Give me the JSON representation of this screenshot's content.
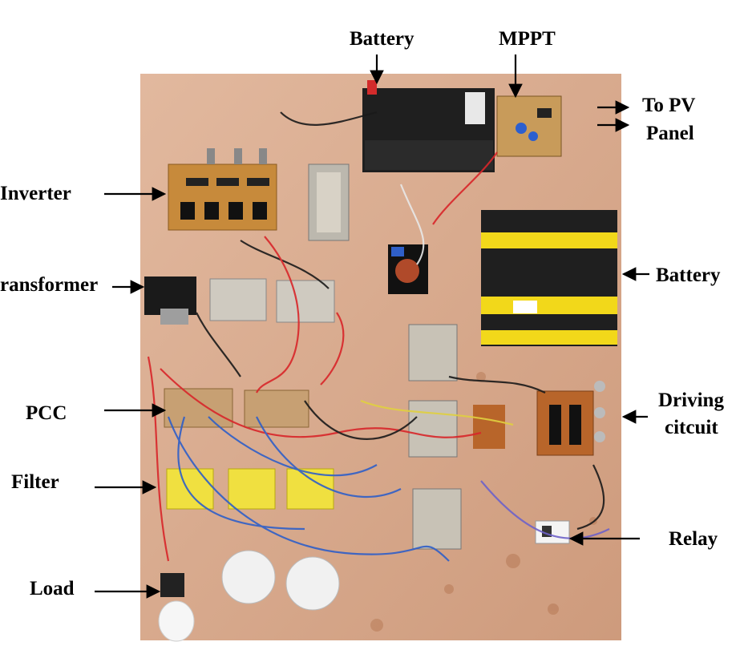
{
  "labels": {
    "battery_top": "Battery",
    "mppt": "MPPT",
    "to_pv": "To PV",
    "panel": "Panel",
    "inverter": "Inverter",
    "transformer": "ransformer",
    "battery_right": "Battery",
    "pcc": "PCC",
    "driving_line1": "Driving",
    "driving_line2": "citcuit",
    "filter": "Filter",
    "relay": "Relay",
    "load": "Load"
  },
  "colors": {
    "board": "#d9a98c",
    "wire_red": "#d8262a",
    "wire_blue": "#2f5fc8",
    "wire_black": "#1a1a1a",
    "tape_yellow": "#f2d81a",
    "battery_black": "#1f1f1f",
    "pcb": "#b8652a"
  }
}
